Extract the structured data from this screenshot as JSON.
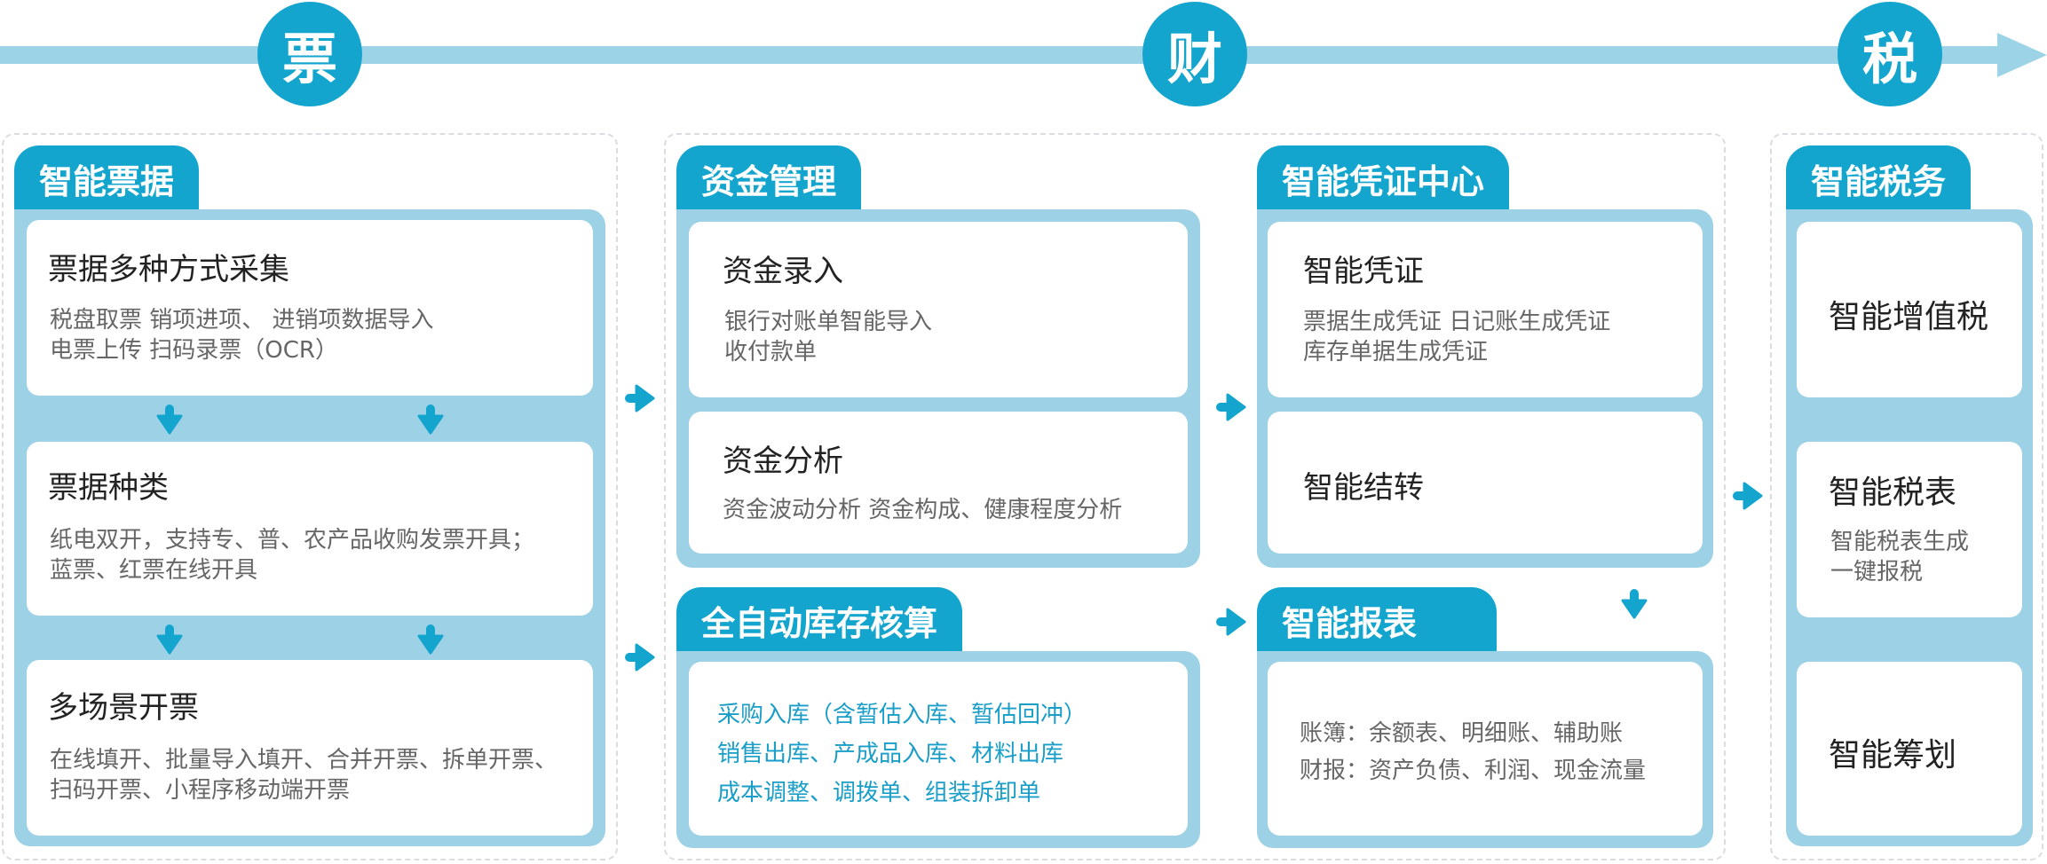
{
  "stages": [
    "票",
    "财",
    "税"
  ],
  "smart_invoice": {
    "tab": "智能票据",
    "cards": [
      {
        "title": "票据多种方式采集",
        "lines": [
          "税盘取票 销项进项、 进销项数据导入",
          "电票上传  扫码录票（OCR）"
        ]
      },
      {
        "title": "票据种类",
        "lines": [
          "纸电双开，支持专、普、农产品收购发票开具；",
          "蓝票、红票在线开具"
        ]
      },
      {
        "title": "多场景开票",
        "lines": [
          "在线填开、批量导入填开、合并开票、拆单开票、",
          "扫码开票、小程序移动端开票"
        ]
      }
    ]
  },
  "fund_management": {
    "tab": "资金管理",
    "cards": [
      {
        "title": "资金录入",
        "lines": [
          "银行对账单智能导入",
          "收付款单"
        ]
      },
      {
        "title": "资金分析",
        "lines": [
          "资金波动分析  资金构成、健康程度分析"
        ]
      }
    ]
  },
  "inventory": {
    "tab": "全自动库存核算",
    "lines": [
      "采购入库（含暂估入库、暂估回冲）",
      "销售出库、产成品入库、材料出库",
      "成本调整、调拨单、组装拆卸单"
    ]
  },
  "voucher_center": {
    "tab": "智能凭证中心",
    "cards": [
      {
        "title": "智能凭证",
        "lines": [
          "票据生成凭证  日记账生成凭证",
          "库存单据生成凭证"
        ]
      },
      {
        "title": "智能结转",
        "lines": []
      }
    ]
  },
  "reports": {
    "tab": "智能报表",
    "lines": [
      "账簿：余额表、明细账、辅助账",
      "财报：资产负债、利润、现金流量"
    ]
  },
  "smart_tax": {
    "tab": "智能税务",
    "cards": [
      {
        "title": "智能增值税",
        "lines": []
      },
      {
        "title": "智能税表",
        "lines": [
          "智能税表生成",
          "一键报税"
        ]
      },
      {
        "title": "智能筹划",
        "lines": []
      }
    ]
  },
  "colors": {
    "accent": "#14a5cf",
    "light_blue": "#9dd2e6",
    "blue_text": "#1a9ec8"
  },
  "icons": {
    "flow_right": "arrow-right-icon",
    "flow_down": "arrow-down-icon"
  }
}
